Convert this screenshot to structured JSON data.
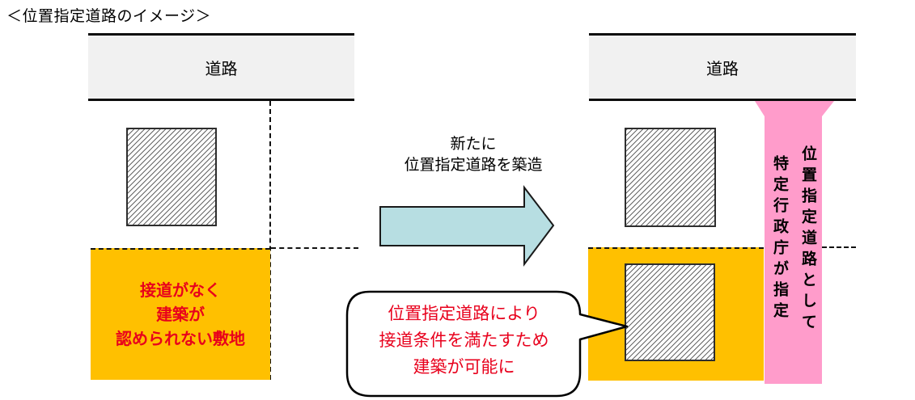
{
  "title": "＜位置指定道路のイメージ＞",
  "colors": {
    "road-fill": "#f1f1f1",
    "road-border": "#0d0d0d",
    "orange": "#ffc000",
    "pink": "#ff9ccb",
    "arrow-fill": "#b7dee2",
    "red": "#e8001c"
  },
  "left_diagram": {
    "road_label": "道路",
    "site_note_lines": [
      "接道がなく",
      "建築が",
      "認められない敷地"
    ]
  },
  "transition": {
    "caption_lines": [
      "新たに",
      "位置指定道路を築造"
    ]
  },
  "right_diagram": {
    "road_label": "道路",
    "designation_columns": [
      "位置指定道路として",
      "特定行政庁が指定"
    ]
  },
  "callout": {
    "lines": [
      "位置指定道路により",
      "接道条件を満たすため",
      "建築が可能に"
    ]
  }
}
